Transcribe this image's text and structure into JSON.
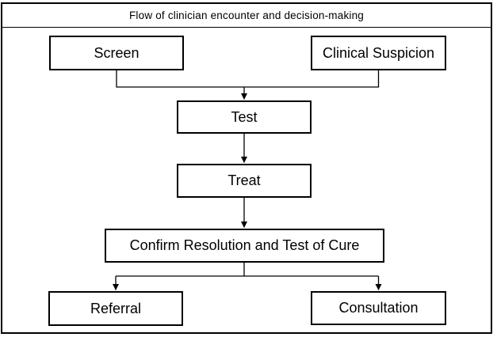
{
  "flowchart": {
    "title": "Flow of clinician encounter and decision-making",
    "nodes": [
      {
        "id": "screen",
        "label": "Screen"
      },
      {
        "id": "clinical-suspicion",
        "label": "Clinical Suspicion"
      },
      {
        "id": "test",
        "label": "Test"
      },
      {
        "id": "treat",
        "label": "Treat"
      },
      {
        "id": "confirm-resolution",
        "label": "Confirm Resolution and Test of Cure"
      },
      {
        "id": "referral",
        "label": "Referral"
      },
      {
        "id": "consultation",
        "label": "Consultation"
      }
    ],
    "edges": [
      {
        "from": "screen",
        "to": "test"
      },
      {
        "from": "clinical-suspicion",
        "to": "test"
      },
      {
        "from": "test",
        "to": "treat"
      },
      {
        "from": "treat",
        "to": "confirm-resolution"
      },
      {
        "from": "confirm-resolution",
        "to": "referral"
      },
      {
        "from": "confirm-resolution",
        "to": "consultation"
      }
    ],
    "colors": {
      "background": "#ffffff",
      "line": "#000000",
      "box_border": "#000000",
      "text": "#000000"
    }
  }
}
